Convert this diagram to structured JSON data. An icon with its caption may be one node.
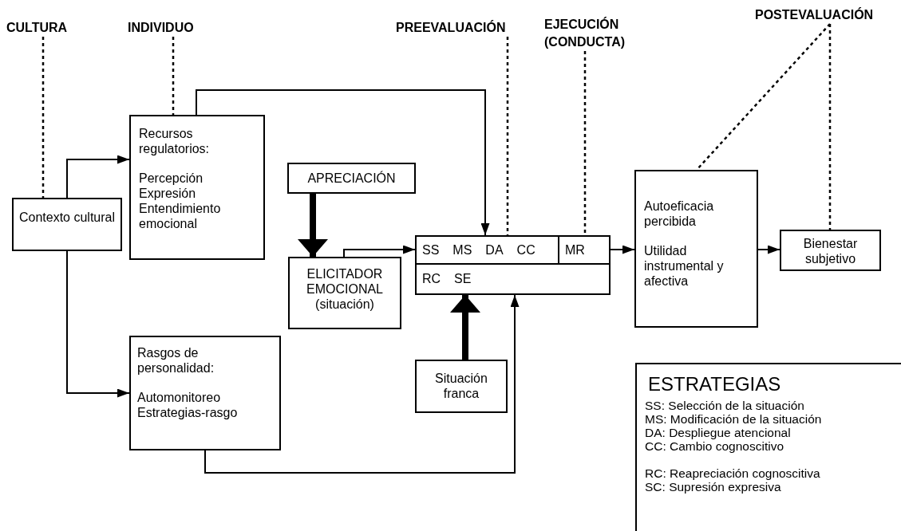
{
  "diagram": {
    "nodes": [
      {
        "text": [
          "CULTURA"
        ]
      },
      {
        "text": [
          "INDIVIDUO"
        ]
      },
      {
        "text": [
          "PREEVALUACIÓN"
        ]
      },
      {
        "text": [
          "EJECUCIÓN (CONDUCTA)"
        ]
      },
      {
        "text": [
          "POSTEVALUACIÓN"
        ]
      },
      {
        "text": [
          "Contexto cultural"
        ]
      },
      {
        "text": [
          "Recursos regulatorios:",
          "Percepción",
          "Expresión",
          "Entendimiento emocional"
        ]
      },
      {
        "text": [
          "APRECIACIÓN"
        ]
      },
      {
        "text": [
          "ELICITADOR EMOCIONAL (situación)"
        ]
      },
      {
        "text": [
          "SS",
          "MS",
          "DA",
          "CC"
        ]
      },
      {
        "text": [
          "MR"
        ]
      },
      {
        "text": [
          "RC",
          "SE"
        ]
      },
      {
        "text": [
          "Autoeficacia percibida",
          "Utilidad instrumental y afectiva"
        ]
      },
      {
        "text": [
          "Bienestar subjetivo"
        ]
      },
      {
        "text": [
          "Rasgos de personalidad:",
          "Automonitoreo",
          "Estrategias-rasgo"
        ]
      },
      {
        "text": [
          "Situación franca"
        ]
      },
      {
        "text": [
          "ESTRATEGIAS",
          "SS: Selección de la situación",
          "MS: Modificación de la situación",
          "DA: Despliegue atencional",
          "CC: Cambio cognoscitivo",
          "RC: Reapreciación cognoscitiva",
          "SC: Supresión expresiva"
        ]
      }
    ],
    "edges": [
      {
        "from": 0,
        "to": 5,
        "arrow": "none",
        "style": "dashed"
      },
      {
        "from": 1,
        "to": 6,
        "arrow": "none",
        "style": "dashed"
      },
      {
        "from": 2,
        "to": 9,
        "arrow": "none",
        "style": "dashed"
      },
      {
        "from": 3,
        "to": 10,
        "arrow": "none",
        "style": "dashed"
      },
      {
        "from": 4,
        "to": 12,
        "arrow": "none",
        "style": "dashed"
      },
      {
        "from": 4,
        "to": 13,
        "arrow": "none",
        "style": "dashed"
      },
      {
        "from": 5,
        "to": 6,
        "arrow": "to"
      },
      {
        "from": 5,
        "to": 14,
        "arrow": "to"
      },
      {
        "from": 6,
        "to": 9,
        "arrow": "to"
      },
      {
        "from": 7,
        "to": 8,
        "arrow": "to",
        "style": "thick"
      },
      {
        "from": 8,
        "to": 9,
        "arrow": "to"
      },
      {
        "from": 15,
        "to": 11,
        "arrow": "to",
        "style": "thick"
      },
      {
        "from": 14,
        "to": 11,
        "arrow": "to"
      },
      {
        "from": 10,
        "to": 12,
        "arrow": "to"
      },
      {
        "from": 12,
        "to": 13,
        "arrow": "to"
      }
    ]
  }
}
